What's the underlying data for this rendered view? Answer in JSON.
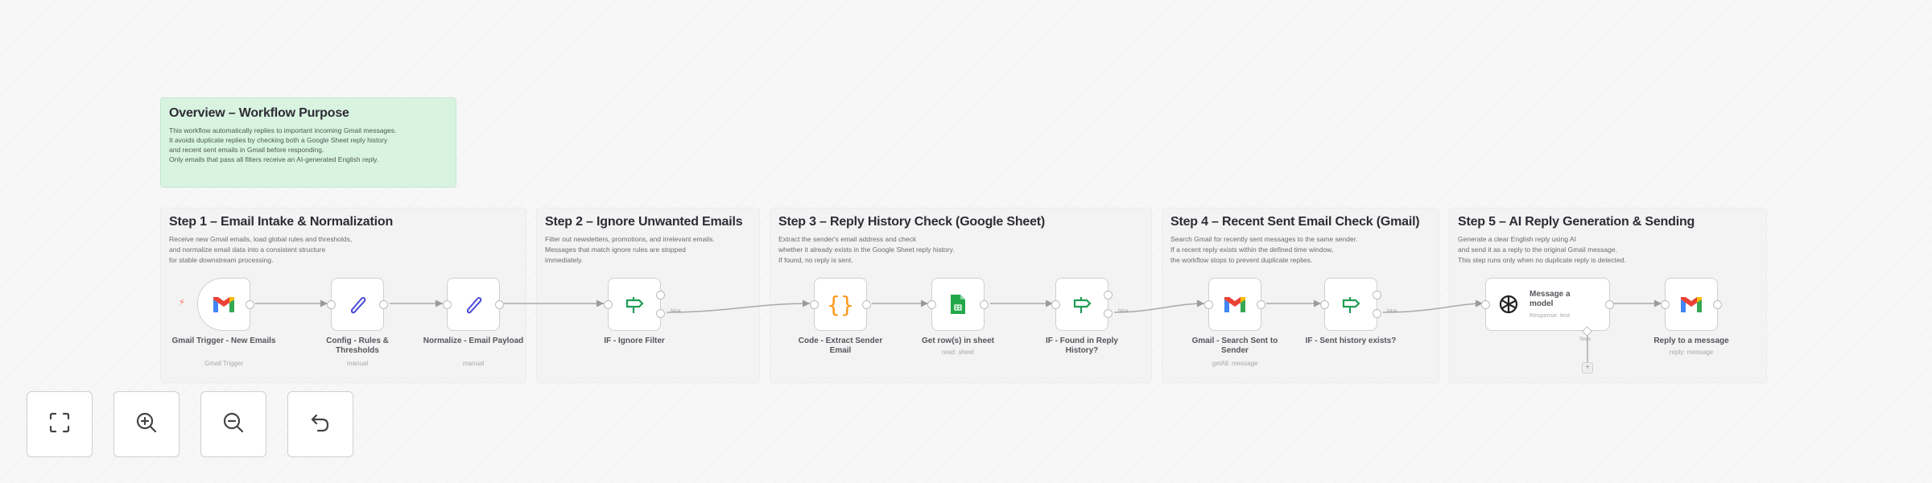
{
  "overview": {
    "title": "Overview – Workflow Purpose",
    "body": "This workflow automatically replies to important incoming Gmail messages.\nIt avoids duplicate replies by checking both a Google Sheet reply history\nand recent sent emails in Gmail before responding.\nOnly emails that pass all filters receive an AI-generated English reply."
  },
  "steps": [
    {
      "title": "Step 1 – Email Intake & Normalization",
      "body": "Receive new Gmail emails, load global rules and thresholds,\nand normalize email data into a consistent structure\nfor stable downstream processing."
    },
    {
      "title": "Step 2 – Ignore Unwanted Emails",
      "body": "Filter out newsletters, promotions, and irrelevant emails.\nMessages that match ignore rules are stopped\nimmediately."
    },
    {
      "title": "Step 3 – Reply History Check (Google Sheet)",
      "body": "Extract the sender's email address and check\nwhether it already exists in the Google Sheet reply history.\nIf found, no reply is sent."
    },
    {
      "title": "Step 4 – Recent Sent Email Check (Gmail)",
      "body": "Search Gmail for recently sent messages to the same sender.\nIf a recent reply exists within the defined time window,\nthe workflow stops to prevent duplicate replies."
    },
    {
      "title": "Step 5 – AI Reply Generation & Sending",
      "body": "Generate a clear English reply using AI\nand send it as a reply to the original Gmail message.\nThis step runs only when no duplicate reply is detected."
    }
  ],
  "nodes": [
    {
      "id": "gmail-trigger",
      "label": "Gmail Trigger - New Emails",
      "sub": "Gmail Trigger",
      "icon": "gmail-icon"
    },
    {
      "id": "config",
      "label": "Config - Rules & Thresholds",
      "sub": "manual",
      "icon": "pencil-icon"
    },
    {
      "id": "normalize",
      "label": "Normalize - Email Payload",
      "sub": "manual",
      "icon": "pencil-icon"
    },
    {
      "id": "if-ignore",
      "label": "IF - Ignore Filter",
      "sub": "",
      "icon": "if-signpost-icon"
    },
    {
      "id": "code-extract",
      "label": "Code - Extract Sender Email",
      "sub": "",
      "icon": "code-braces-icon"
    },
    {
      "id": "get-rows",
      "label": "Get row(s) in sheet",
      "sub": "read: sheet",
      "icon": "google-sheets-icon"
    },
    {
      "id": "if-found",
      "label": "IF - Found in Reply History?",
      "sub": "",
      "icon": "if-signpost-icon"
    },
    {
      "id": "gmail-search",
      "label": "Gmail - Search Sent to Sender",
      "sub": "getAll: message",
      "icon": "gmail-icon"
    },
    {
      "id": "if-sent",
      "label": "IF - Sent history exists?",
      "sub": "",
      "icon": "if-signpost-icon"
    },
    {
      "id": "message-model",
      "label": "Message a model",
      "sub": "Response: text",
      "icon": "openai-icon"
    },
    {
      "id": "reply-message",
      "label": "Reply to a message",
      "sub": "reply: message",
      "icon": "gmail-icon"
    }
  ],
  "edge_labels": {
    "false": "false",
    "tools": "Tools"
  },
  "controls": [
    {
      "name": "fit-view-button",
      "icon": "fit-view-icon"
    },
    {
      "name": "zoom-in-button",
      "icon": "zoom-in-icon"
    },
    {
      "name": "zoom-out-button",
      "icon": "zoom-out-icon"
    },
    {
      "name": "reset-zoom-button",
      "icon": "undo-icon"
    }
  ],
  "colors": {
    "overview_bg": "#d9f3e1",
    "frame_bg": "#f3f3f3",
    "if_green": "#1f9d55",
    "code_orange": "#ff9922",
    "pencil_blue": "#4a4ad6",
    "sheets_green": "#22a849",
    "trigger_bolt": "#ff6d5a"
  }
}
